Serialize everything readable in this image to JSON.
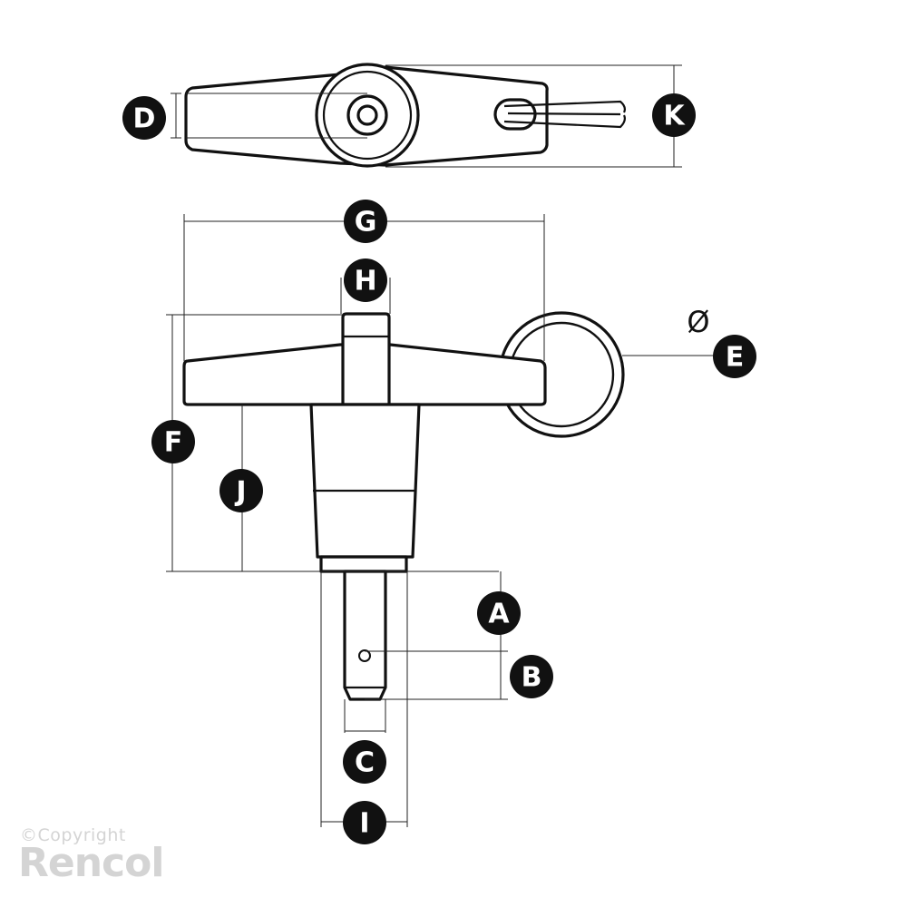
{
  "diagram": {
    "labels": {
      "A": "A",
      "B": "B",
      "C": "C",
      "D": "D",
      "E": "E",
      "F": "F",
      "G": "G",
      "H": "H",
      "I": "I",
      "J": "J",
      "K": "K"
    },
    "diameter_symbol": "Ø"
  },
  "watermark": {
    "copyright": "©Copyright",
    "brand": "Rencol"
  },
  "colors": {
    "line": "#111111",
    "badge": "#111111",
    "watermark": "#d4d4d4"
  }
}
